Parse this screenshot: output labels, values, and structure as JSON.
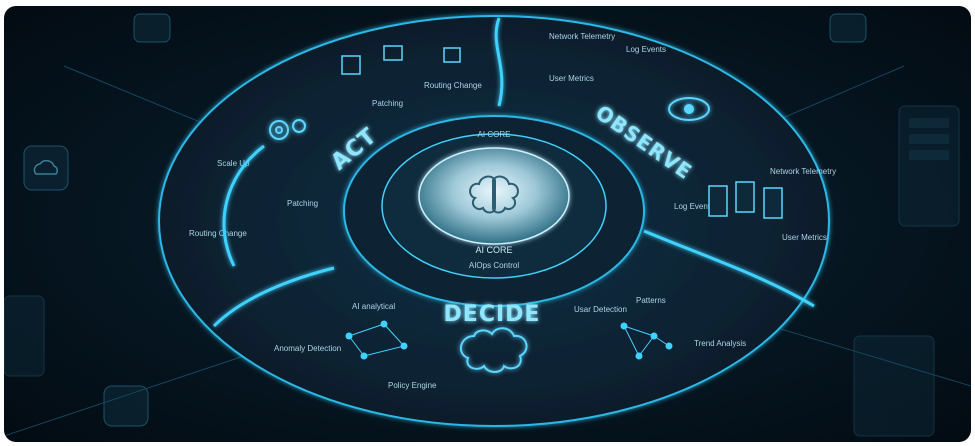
{
  "diagram": {
    "segments": {
      "act": {
        "title": "ACT",
        "labels": [
          "Scale Up",
          "Patching",
          "Routing Change",
          "Patching",
          "Routing Change"
        ]
      },
      "observe": {
        "title": "OBSERVE",
        "labels": [
          "Network Telemetry",
          "Log Events",
          "User Metrics",
          "Network Telemetry",
          "Log Events",
          "User Metrics"
        ]
      },
      "decide": {
        "title": "DECIDE",
        "labels": [
          "AI analytical",
          "Anomaly Detection",
          "Policy Engine",
          "Patterns",
          "Usar Detection",
          "Trend Analysis"
        ]
      }
    },
    "core": {
      "top_label": "AI CORE",
      "bottom_label": "AI CORE",
      "subtitle": "AIOps Control"
    }
  },
  "icons": [
    "brain-icon",
    "eye-icon",
    "gear-icon",
    "cloud-icon",
    "server-icon",
    "chart-icon",
    "network-brain-icon"
  ],
  "colors": {
    "accent": "#3fd2ff",
    "ring": "#1a6f94",
    "background": "#061824"
  }
}
